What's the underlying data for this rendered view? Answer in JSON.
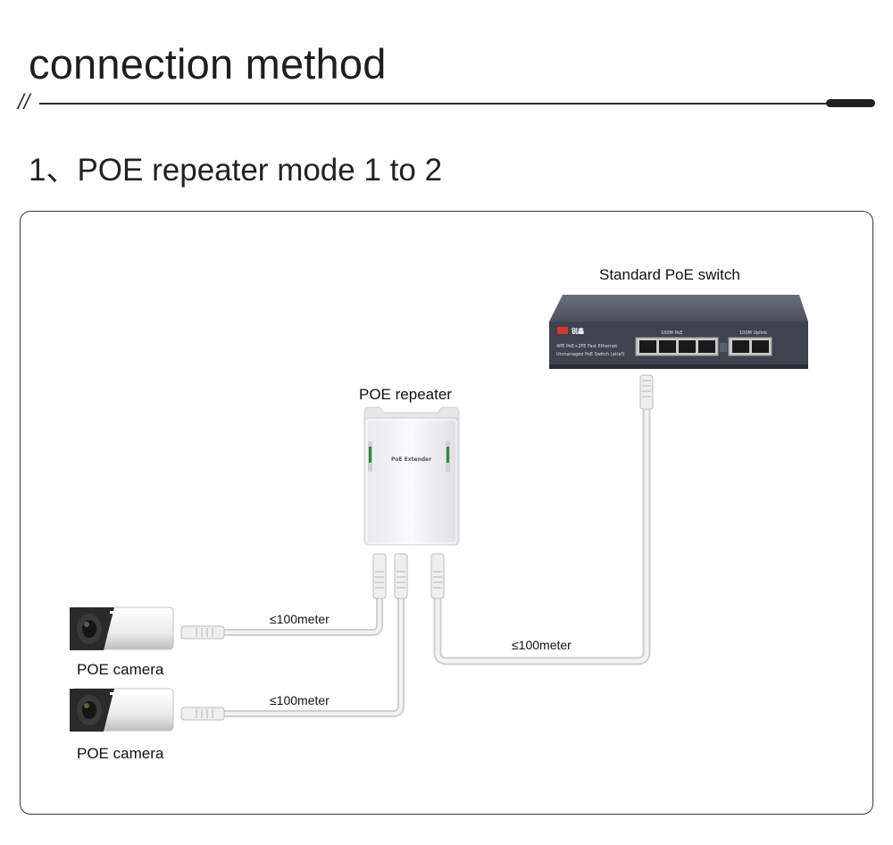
{
  "header": {
    "title": "connection method",
    "slashes": "//",
    "subtitle": "1、POE repeater mode 1 to 2"
  },
  "diagram": {
    "switch_label": "Standard PoE switch",
    "repeater_label": "POE repeater",
    "camera1_label": "POE camera",
    "camera2_label": "POE camera",
    "cable_cam1": "≤100meter",
    "cable_cam2": "≤100meter",
    "cable_switch": "≤100meter",
    "repeater_plate": "PoE Extender",
    "switch_plate_line1": "4PE PoE+2FE Fast Ethernet",
    "switch_plate_line2": "Unmanaged PoE Switch (at/af)",
    "switch_group1": "100M PoE",
    "switch_group2": "100M Uplink"
  },
  "colors": {
    "switch_body": "#3f4350",
    "cable": "#e3e3e3",
    "accent_green": "#2e8a3c"
  }
}
